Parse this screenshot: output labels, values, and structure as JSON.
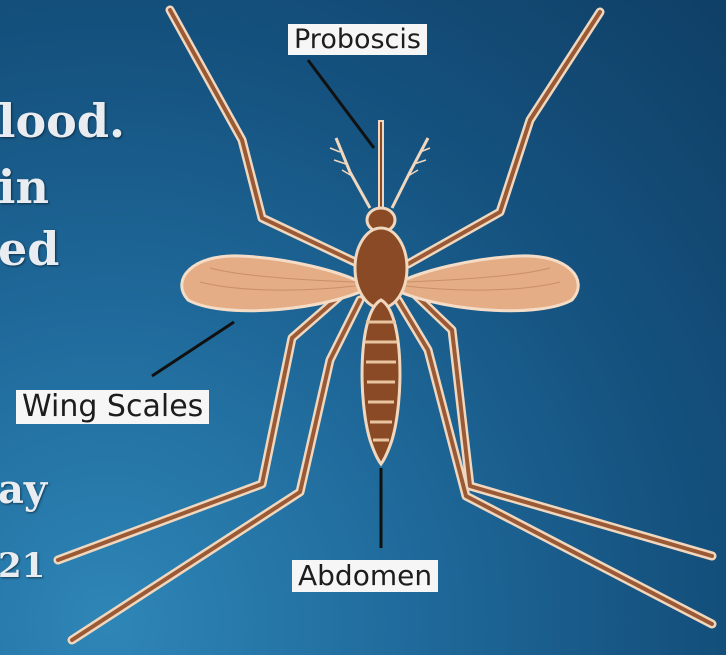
{
  "slide_text": [
    "lood.",
    "in",
    "ed",
    "ay",
    "21"
  ],
  "labels": {
    "proboscis": "Proboscis",
    "wing_scales": "Wing Scales",
    "abdomen": "Abdomen"
  },
  "colors": {
    "background": "#15527f",
    "body": "#8a4a25",
    "wing": "#e4ad85",
    "label_bg": "#f6f6f6"
  }
}
